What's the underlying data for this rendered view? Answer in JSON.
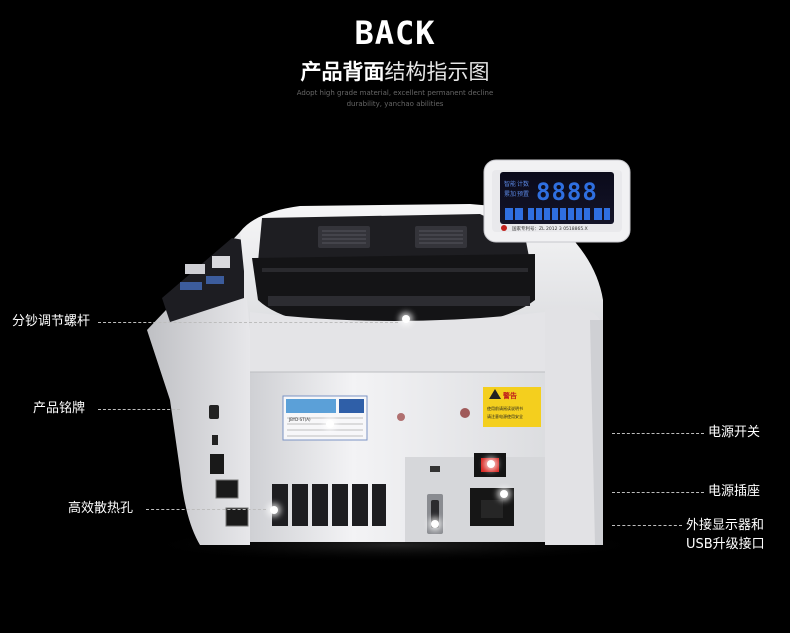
{
  "header": {
    "title_en": "BACK",
    "title_cn_bold": "产品背面",
    "title_cn_light": "结构指示图",
    "tagline_line1": "Adopt high grade material, excellent permanent decline",
    "tagline_line2": "durability, yanchao abilities"
  },
  "callouts": {
    "left": [
      {
        "label": "分钞调节螺杆"
      },
      {
        "label": "产品铭牌"
      },
      {
        "label": "高效散热孔"
      }
    ],
    "right": [
      {
        "label": "电源开关"
      },
      {
        "label": "电源插座"
      },
      {
        "label": "外接显示器和",
        "label_line2": "USB升级接口"
      }
    ]
  },
  "display": {
    "digits": "8888",
    "left_text_1": "智能",
    "left_text_2": "累加",
    "left_text_3": "计数",
    "left_text_4": "预置",
    "patent_text": "国家专利号：ZL 2012 3 0518865.X"
  },
  "warning_sticker": {
    "title": "警告",
    "line1": "使用前请阅读说明书",
    "line2": "请注意电源使用安全"
  },
  "nameplate": {
    "model": "JBYD-ST(A)"
  },
  "colors": {
    "background": "#000000",
    "machine_body": "#e9e9eb",
    "display_digits": "#2f6fe0",
    "warning_yellow": "#f4cf1e",
    "power_switch": "#d8231e"
  }
}
